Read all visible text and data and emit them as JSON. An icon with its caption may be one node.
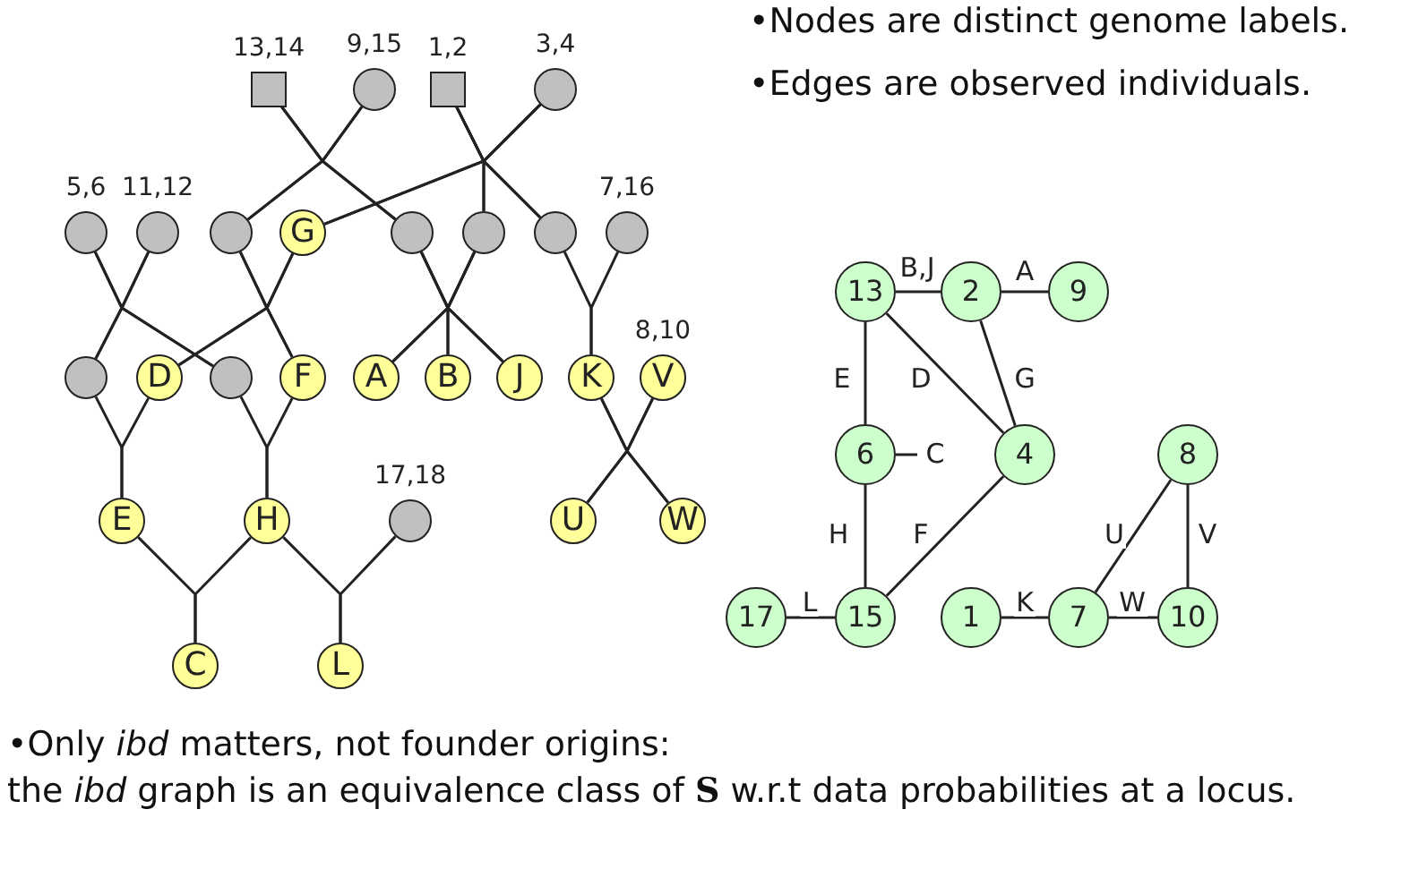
{
  "diagram": {
    "nodes": [
      {
        "text": [],
        "shape": "box",
        "beside": [
          "13,14"
        ]
      },
      {
        "text": [],
        "shape": "circle",
        "beside": [
          "9,15"
        ]
      },
      {
        "text": [],
        "shape": "box",
        "beside": [
          "1,2"
        ]
      },
      {
        "text": [],
        "shape": "circle",
        "beside": [
          "3,4"
        ]
      },
      {
        "text": [],
        "shape": "circle",
        "beside": [
          "5,6"
        ]
      },
      {
        "text": [],
        "shape": "circle",
        "beside": [
          "11,12"
        ]
      },
      {
        "text": [],
        "shape": "circle"
      },
      {
        "text": [
          "G"
        ]
      },
      {
        "text": [],
        "shape": "circle"
      },
      {
        "text": [],
        "shape": "circle"
      },
      {
        "text": [],
        "shape": "circle"
      },
      {
        "text": [],
        "shape": "circle",
        "beside": [
          "7,16"
        ]
      },
      {
        "text": [],
        "shape": "circle"
      },
      {
        "text": [
          "D"
        ]
      },
      {
        "text": [],
        "shape": "circle"
      },
      {
        "text": [
          "F"
        ]
      },
      {
        "text": [
          "A"
        ]
      },
      {
        "text": [
          "B"
        ]
      },
      {
        "text": [
          "J"
        ]
      },
      {
        "text": [
          "K"
        ]
      },
      {
        "text": [
          "V"
        ],
        "beside": [
          "8,10"
        ]
      },
      {
        "text": [
          "E"
        ]
      },
      {
        "text": [
          "H"
        ]
      },
      {
        "text": [],
        "shape": "circle",
        "beside": [
          "17,18"
        ]
      },
      {
        "text": [
          "U"
        ]
      },
      {
        "text": [
          "W"
        ]
      },
      {
        "text": [
          "C"
        ]
      },
      {
        "text": [
          "L"
        ]
      },
      {
        "text": [
          "13"
        ]
      },
      {
        "text": [
          "2"
        ]
      },
      {
        "text": [
          "9"
        ]
      },
      {
        "text": [
          "6"
        ]
      },
      {
        "text": [
          "4"
        ]
      },
      {
        "text": [
          "8"
        ]
      },
      {
        "text": [
          "17"
        ]
      },
      {
        "text": [
          "15"
        ]
      },
      {
        "text": [
          "1"
        ]
      },
      {
        "text": [
          "7"
        ]
      },
      {
        "text": [
          "10"
        ]
      }
    ],
    "edges": [
      {
        "from": 0,
        "to": 6,
        "arrow": "none"
      },
      {
        "from": 0,
        "to": 8,
        "arrow": "none"
      },
      {
        "from": 1,
        "to": 6,
        "arrow": "none"
      },
      {
        "from": 1,
        "to": 8,
        "arrow": "none"
      },
      {
        "from": 2,
        "to": 7,
        "arrow": "none"
      },
      {
        "from": 2,
        "to": 9,
        "arrow": "none"
      },
      {
        "from": 2,
        "to": 10,
        "arrow": "none"
      },
      {
        "from": 3,
        "to": 7,
        "arrow": "none"
      },
      {
        "from": 3,
        "to": 9,
        "arrow": "none"
      },
      {
        "from": 3,
        "to": 10,
        "arrow": "none"
      },
      {
        "from": 4,
        "to": 12,
        "arrow": "none"
      },
      {
        "from": 4,
        "to": 14,
        "arrow": "none"
      },
      {
        "from": 5,
        "to": 12,
        "arrow": "none"
      },
      {
        "from": 5,
        "to": 14,
        "arrow": "none"
      },
      {
        "from": 6,
        "to": 13,
        "arrow": "none"
      },
      {
        "from": 6,
        "to": 15,
        "arrow": "none"
      },
      {
        "from": 7,
        "to": 13,
        "arrow": "none"
      },
      {
        "from": 7,
        "to": 15,
        "arrow": "none"
      },
      {
        "from": 8,
        "to": 16,
        "arrow": "none"
      },
      {
        "from": 8,
        "to": 17,
        "arrow": "none"
      },
      {
        "from": 8,
        "to": 18,
        "arrow": "none"
      },
      {
        "from": 9,
        "to": 16,
        "arrow": "none"
      },
      {
        "from": 9,
        "to": 17,
        "arrow": "none"
      },
      {
        "from": 9,
        "to": 18,
        "arrow": "none"
      },
      {
        "from": 10,
        "to": 19,
        "arrow": "none"
      },
      {
        "from": 11,
        "to": 19,
        "arrow": "none"
      },
      {
        "from": 12,
        "to": 21,
        "arrow": "none"
      },
      {
        "from": 13,
        "to": 21,
        "arrow": "none"
      },
      {
        "from": 14,
        "to": 22,
        "arrow": "none"
      },
      {
        "from": 15,
        "to": 22,
        "arrow": "none"
      },
      {
        "from": 19,
        "to": 24,
        "arrow": "none"
      },
      {
        "from": 19,
        "to": 25,
        "arrow": "none"
      },
      {
        "from": 20,
        "to": 24,
        "arrow": "none"
      },
      {
        "from": 20,
        "to": 25,
        "arrow": "none"
      },
      {
        "from": 21,
        "to": 26,
        "arrow": "none"
      },
      {
        "from": 22,
        "to": 26,
        "arrow": "none"
      },
      {
        "from": 22,
        "to": 27,
        "arrow": "none"
      },
      {
        "from": 23,
        "to": 27,
        "arrow": "none"
      },
      {
        "from": 28,
        "to": 29,
        "arrow": "none",
        "label": "B,J"
      },
      {
        "from": 29,
        "to": 30,
        "arrow": "none",
        "label": "A"
      },
      {
        "from": 28,
        "to": 31,
        "arrow": "none",
        "label": "E"
      },
      {
        "from": 28,
        "to": 32,
        "arrow": "none",
        "label": "D"
      },
      {
        "from": 29,
        "to": 32,
        "arrow": "none",
        "label": "G"
      },
      {
        "from": 31,
        "to": null,
        "arrow": "none",
        "label": "C"
      },
      {
        "from": 31,
        "to": 35,
        "arrow": "none",
        "label": "H"
      },
      {
        "from": 32,
        "to": 35,
        "arrow": "none",
        "label": "F"
      },
      {
        "from": 34,
        "to": 35,
        "arrow": "none",
        "label": "L"
      },
      {
        "from": 36,
        "to": 37,
        "arrow": "none",
        "label": "K"
      },
      {
        "from": 37,
        "to": 33,
        "arrow": "none",
        "label": "U"
      },
      {
        "from": 33,
        "to": 38,
        "arrow": "none",
        "label": "V"
      },
      {
        "from": 37,
        "to": 38,
        "arrow": "none",
        "label": "W"
      }
    ],
    "labels": [
      "•Nodes are distinct genome labels.",
      "•Edges are observed individuals.",
      "•Only *ibd* matters, not founder origins:",
      "the *ibd* graph is an equivalence class of **S** w.r.t data probabilities at a locus."
    ]
  }
}
